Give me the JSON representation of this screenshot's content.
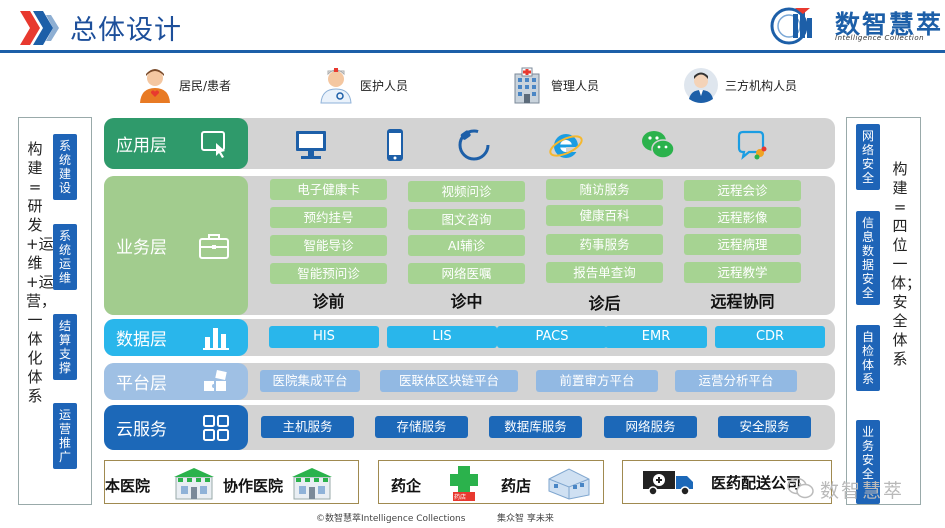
{
  "header": {
    "title": "总体设计",
    "brand_cn": "数智慧萃",
    "brand_en": "Intelligence Collection"
  },
  "users": [
    {
      "label": "居民/患者",
      "icon": "resident-patient-icon"
    },
    {
      "label": "医护人员",
      "icon": "nurse-icon"
    },
    {
      "label": "管理人员",
      "icon": "hospital-building-icon"
    },
    {
      "label": "三方机构人员",
      "icon": "third-party-person-icon"
    }
  ],
  "left_panel": {
    "text": "构建=研发+运维+运营，一体化体系",
    "tags": [
      "系统建设",
      "系统运维",
      "结算支撑",
      "运营推广"
    ]
  },
  "right_panel": {
    "text": "构建=四位一体；安全体系",
    "tags": [
      "网络安全",
      "信息数据安全",
      "自检体系",
      "业务安全"
    ]
  },
  "layers": {
    "app": {
      "label": "应用层",
      "icons": [
        "desktop-computer-icon",
        "mobile-phone-icon",
        "wristband-device-icon",
        "ie-browser-icon",
        "wechat-icon",
        "chat-bubble-icon"
      ]
    },
    "business": {
      "label": "业务层",
      "columns": [
        {
          "items": [
            "电子健康卡",
            "预约挂号",
            "智能导诊",
            "智能预问诊"
          ],
          "heading": "诊前"
        },
        {
          "items": [
            "视频问诊",
            "图文咨询",
            "AI辅诊",
            "网络医嘱"
          ],
          "heading": "诊中"
        },
        {
          "items": [
            "随访服务",
            "健康百科",
            "药事服务",
            "报告单查询"
          ],
          "heading": "诊后"
        },
        {
          "items": [
            "远程会诊",
            "远程影像",
            "远程病理",
            "远程教学"
          ],
          "heading": "远程协同"
        }
      ]
    },
    "data": {
      "label": "数据层",
      "items": [
        "HIS",
        "LIS",
        "PACS",
        "EMR",
        "CDR"
      ]
    },
    "platform": {
      "label": "平台层",
      "items": [
        "医院集成平台",
        "医联体区块链平台",
        "前置审方平台",
        "运营分析平台"
      ]
    },
    "cloud": {
      "label": "云服务",
      "items": [
        "主机服务",
        "存储服务",
        "数据库服务",
        "网络服务",
        "安全服务"
      ]
    }
  },
  "bottom": {
    "box1": {
      "left": "本医院",
      "right": "协作医院"
    },
    "box2": {
      "left": "药企",
      "store_sign": "药店",
      "right": "药店"
    },
    "box3": {
      "text": "医药配送公司"
    }
  },
  "footer": {
    "left": "©数智慧萃Intelligence Collections",
    "right": "集众智 享未来"
  },
  "watermark": "数智慧萃",
  "colors": {
    "app": "#2f9a6b",
    "business": "#a2cc8e",
    "data": "#29b6eb",
    "platform": "#9fc0e4",
    "cloud": "#1c68b8",
    "title_blue": "#1d4f9a"
  }
}
